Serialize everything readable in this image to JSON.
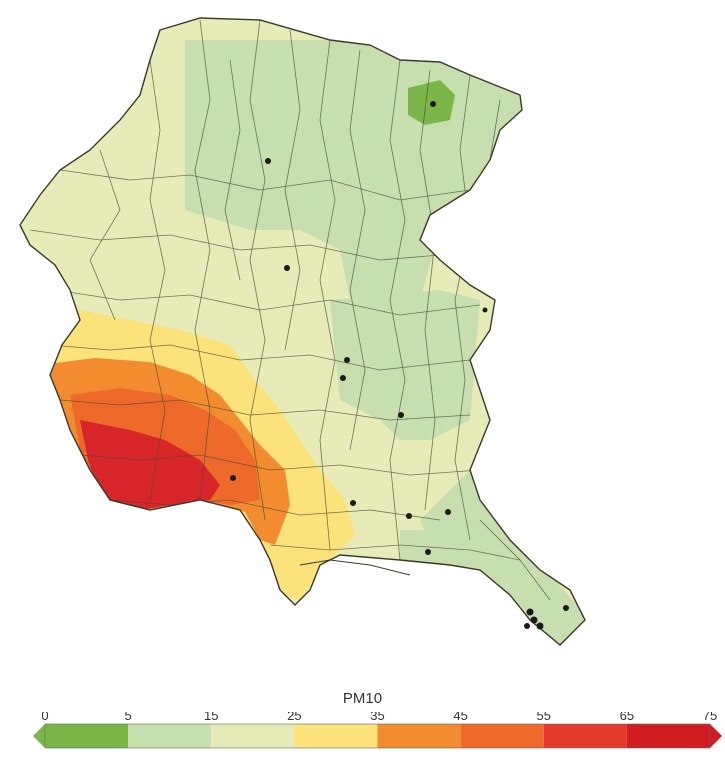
{
  "legend": {
    "title": "PM10",
    "ticks": [
      "0",
      "5",
      "15",
      "25",
      "35",
      "45",
      "55",
      "65",
      "75"
    ],
    "bins": [
      {
        "from": 0,
        "to": 5,
        "color": "#7ab648"
      },
      {
        "from": 5,
        "to": 15,
        "color": "#c7dfae"
      },
      {
        "from": 15,
        "to": 25,
        "color": "#e7ebb8"
      },
      {
        "from": 25,
        "to": 35,
        "color": "#fbe27a"
      },
      {
        "from": 35,
        "to": 45,
        "color": "#f28c2e"
      },
      {
        "from": 45,
        "to": 55,
        "color": "#ee6a2a"
      },
      {
        "from": 55,
        "to": 65,
        "color": "#e23a2a"
      },
      {
        "from": 65,
        "to": 75,
        "color": "#cf1d22"
      }
    ],
    "under_color": "#7ab648",
    "over_color": "#cf1d22"
  },
  "map": {
    "region_colors": {
      "pale_green": "#c7dfae",
      "cream": "#e7ebb8",
      "yellow": "#fbe27a",
      "orange": "#f28c2e",
      "red_orange": "#ee6a2a",
      "red": "#d8252a",
      "bright_green": "#7ab648",
      "border": "#4a4a3a"
    },
    "stations_count": 17
  }
}
